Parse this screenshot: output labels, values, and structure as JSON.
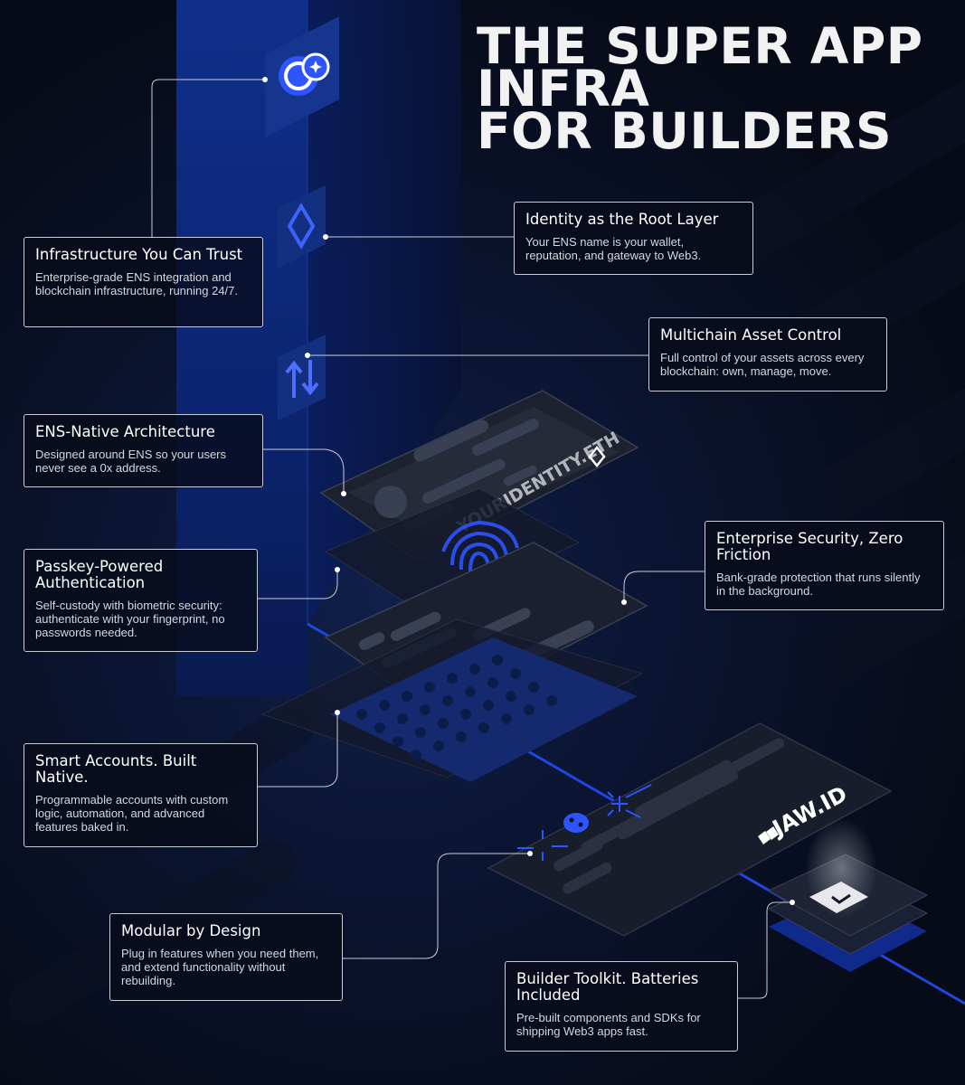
{
  "title": {
    "line1": "THE SUPER APP",
    "line2": "INFRA",
    "line3": "FOR BUILDERS"
  },
  "features": {
    "infrastructure": {
      "title": "Infrastructure You Can Trust",
      "desc": "Enterprise-grade ENS integration and blockchain infrastructure, running 24/7."
    },
    "identity": {
      "title": "Identity as the Root Layer",
      "desc": "Your ENS name is your wallet, reputation, and gateway to Web3."
    },
    "multichain": {
      "title": "Multichain Asset Control",
      "desc": "Full control of your assets across every blockchain: own, manage, move."
    },
    "ens_native": {
      "title": "ENS-Native Architecture",
      "desc": "Designed around ENS so your users never see a 0x address."
    },
    "passkey": {
      "title": "Passkey-Powered Authentication",
      "desc": "Self-custody with biometric security: authenticate with your fingerprint, no passwords needed."
    },
    "security": {
      "title": "Enterprise Security, Zero Friction",
      "desc": "Bank-grade protection that runs silently in the background."
    },
    "smart_accounts": {
      "title": "Smart Accounts. Built Native.",
      "desc": "Programmable accounts with custom logic, automation, and advanced features baked in."
    },
    "modular": {
      "title": "Modular by Design",
      "desc": "Plug in features when you need them, and extend functionality without rebuilding."
    },
    "toolkit": {
      "title": "Builder Toolkit. Batteries Included",
      "desc": "Pre-built components and SDKs for shipping Web3 apps fast."
    }
  },
  "illustration": {
    "identity_card_text": "YOURIDENTITY.ETH",
    "brand_text": "JAW.ID"
  },
  "colors": {
    "background": "#0a0f1f",
    "accent_blue": "#2e54ff",
    "pillar_blue": "#0e2a7a",
    "card_border": "#c9ccd6",
    "text": "#ffffff"
  },
  "icons": [
    "coins-icon",
    "ens-logo-icon",
    "swap-arrows-icon",
    "fingerprint-icon",
    "ladybug-icon",
    "sparkle-icon",
    "crosshair-icon",
    "jaw-logo-icon",
    "checkbox-icon"
  ]
}
